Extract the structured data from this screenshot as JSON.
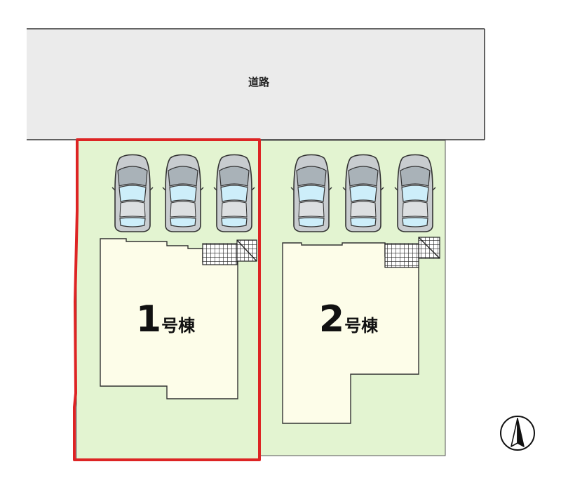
{
  "road": {
    "label": "道路"
  },
  "lots": [
    {
      "number": "1",
      "suffix": "号棟",
      "selected": true
    },
    {
      "number": "2",
      "suffix": "号棟",
      "selected": false
    }
  ],
  "compass": {
    "icon": "north-arrow-icon"
  },
  "colors": {
    "road": "#ebebeb",
    "lot_green": "#e3f4d1",
    "building": "#fdfde9",
    "highlight": "#dd2424",
    "car_glass": "#cdeefa"
  }
}
